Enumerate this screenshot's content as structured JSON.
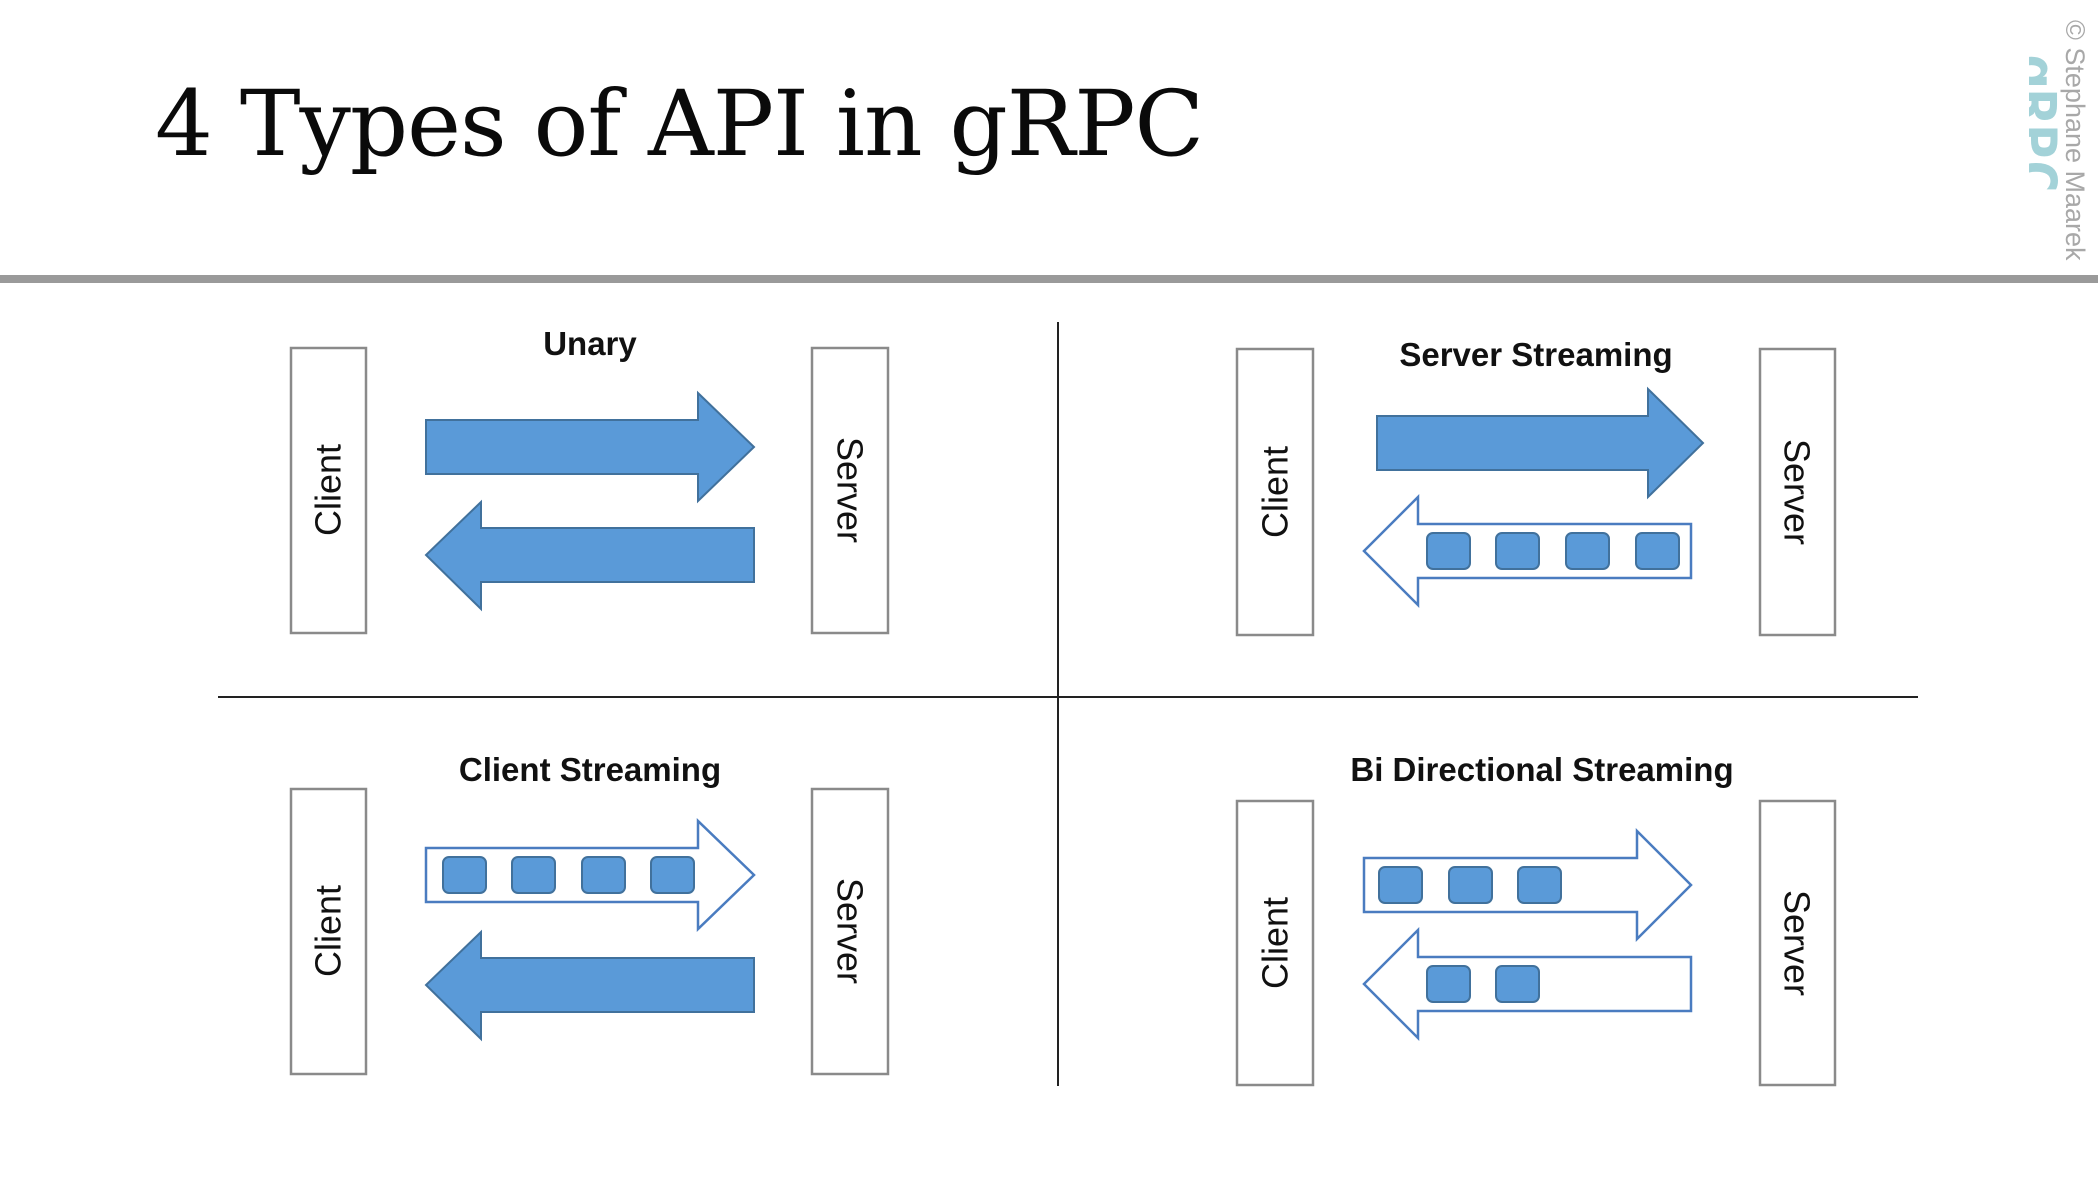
{
  "slide": {
    "title": "4 Types of API in gRPC",
    "watermark_text": "© Stephane Maarek",
    "logo_text": "gRPC"
  },
  "panels": [
    {
      "title": "Unary",
      "client_label": "Client",
      "server_label": "Server"
    },
    {
      "title": "Server Streaming",
      "client_label": "Client",
      "server_label": "Server"
    },
    {
      "title": "Client Streaming",
      "client_label": "Client",
      "server_label": "Server"
    },
    {
      "title": "Bi Directional Streaming",
      "client_label": "Client",
      "server_label": "Server"
    }
  ],
  "colors": {
    "arrow_fill": "#5a9ad8",
    "arrow_outline": "#41719c",
    "logo": "#a3d2d8",
    "rule": "#9a9a9a"
  }
}
